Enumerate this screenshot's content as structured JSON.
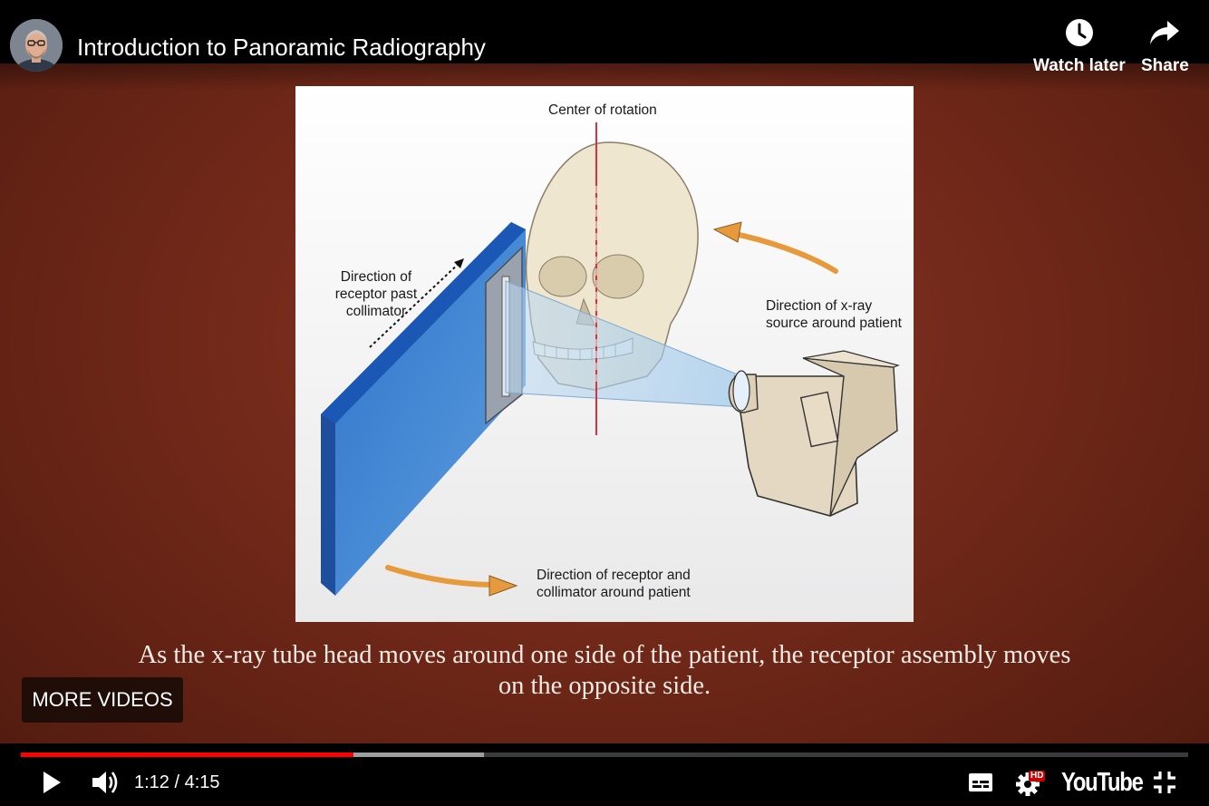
{
  "header": {
    "title": "Introduction to Panoramic Radiography",
    "watch_later_label": "Watch later",
    "share_label": "Share"
  },
  "figure": {
    "center_label": "Center of rotation",
    "receptor_direction_label": "Direction of\nreceptor past\ncollimator",
    "source_direction_label": "Direction of x-ray\nsource around patient",
    "bottom_direction_label": "Direction of receptor and\ncollimator around patient"
  },
  "caption": {
    "text": "As the x-ray tube head moves around one side of the patient, the receptor assembly moves on the opposite side."
  },
  "overlay": {
    "more_videos_label": "MORE VIDEOS"
  },
  "player": {
    "time_display": "1:12 / 4:15",
    "current_time": "1:12",
    "duration": "4:15",
    "played_fraction": 0.285,
    "buffered_fraction": 0.397,
    "quality_badge": "HD",
    "logo_text": "YouTube",
    "colors": {
      "played": "#ff0000",
      "buffered": "#9e9e9e",
      "track": "#3b3b3b",
      "hd_badge": "#cc0000"
    }
  },
  "icons": {
    "play": "play-icon",
    "volume": "volume-icon",
    "subtitles": "subtitles-icon",
    "settings": "gear-icon",
    "exit_fullscreen": "exit-fullscreen-icon",
    "watch_later": "clock-icon",
    "share": "share-arrow-icon"
  }
}
